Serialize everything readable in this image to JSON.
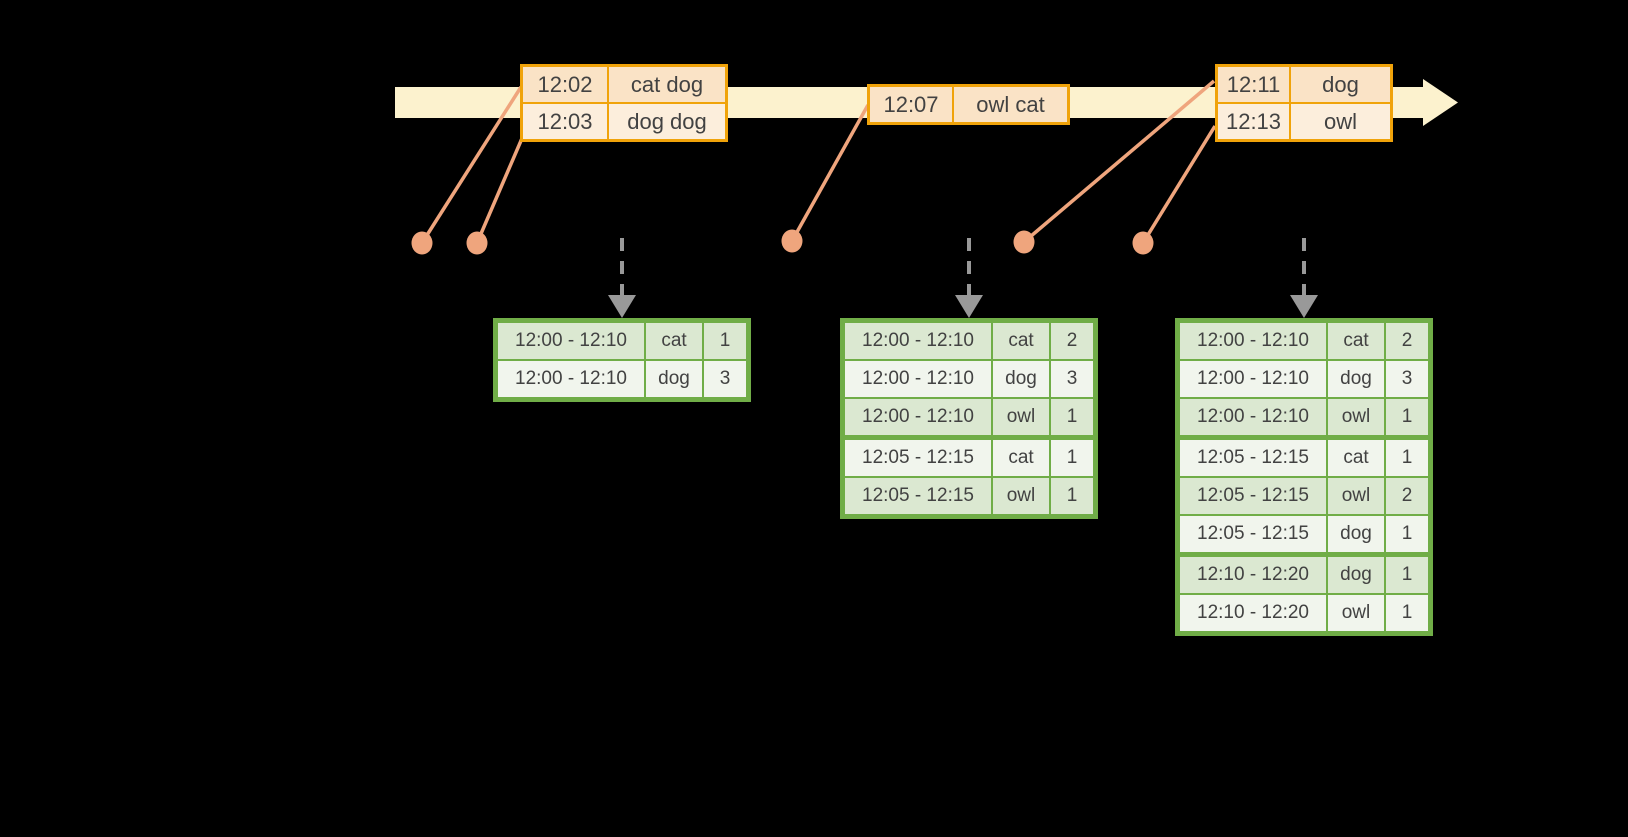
{
  "colors": {
    "background": "#000000",
    "timeline_fill": "#FCF2CE",
    "event_table_border": "#F0A30A",
    "event_row_first_fill": "#FAE3C6",
    "event_row_second_fill": "#FCEEDC",
    "marker": "#EFA57D",
    "trigger_arrow": "#999999",
    "result_table_border": "#70AD47",
    "result_row_odd_fill": "#DBE8D1",
    "result_row_even_fill": "#F1F5ED",
    "text": "#424242"
  },
  "icons": {
    "timeline_arrow": "right-arrow-band",
    "trigger_arrow": "dashed-down-arrow",
    "event_marker": "dot"
  },
  "event_tables": [
    {
      "rows": [
        {
          "time": "12:02",
          "words": "cat dog"
        },
        {
          "time": "12:03",
          "words": "dog dog"
        }
      ]
    },
    {
      "rows": [
        {
          "time": "12:07",
          "words": "owl cat"
        }
      ]
    },
    {
      "rows": [
        {
          "time": "12:11",
          "words": "dog"
        },
        {
          "time": "12:13",
          "words": "owl"
        }
      ]
    }
  ],
  "result_tables": [
    {
      "rows": [
        {
          "window": "12:00 - 12:10",
          "word": "cat",
          "count": "1"
        },
        {
          "window": "12:00 - 12:10",
          "word": "dog",
          "count": "3"
        }
      ]
    },
    {
      "rows": [
        {
          "window": "12:00 - 12:10",
          "word": "cat",
          "count": "2"
        },
        {
          "window": "12:00 - 12:10",
          "word": "dog",
          "count": "3"
        },
        {
          "window": "12:00 - 12:10",
          "word": "owl",
          "count": "1"
        },
        {
          "window": "12:05 - 12:15",
          "word": "cat",
          "count": "1"
        },
        {
          "window": "12:05 - 12:15",
          "word": "owl",
          "count": "1"
        }
      ]
    },
    {
      "rows": [
        {
          "window": "12:00 - 12:10",
          "word": "cat",
          "count": "2"
        },
        {
          "window": "12:00 - 12:10",
          "word": "dog",
          "count": "3"
        },
        {
          "window": "12:00 - 12:10",
          "word": "owl",
          "count": "1"
        },
        {
          "window": "12:05 - 12:15",
          "word": "cat",
          "count": "1"
        },
        {
          "window": "12:05 - 12:15",
          "word": "owl",
          "count": "2"
        },
        {
          "window": "12:05 - 12:15",
          "word": "dog",
          "count": "1"
        },
        {
          "window": "12:10 - 12:20",
          "word": "dog",
          "count": "1"
        },
        {
          "window": "12:10 - 12:20",
          "word": "owl",
          "count": "1"
        }
      ]
    }
  ]
}
